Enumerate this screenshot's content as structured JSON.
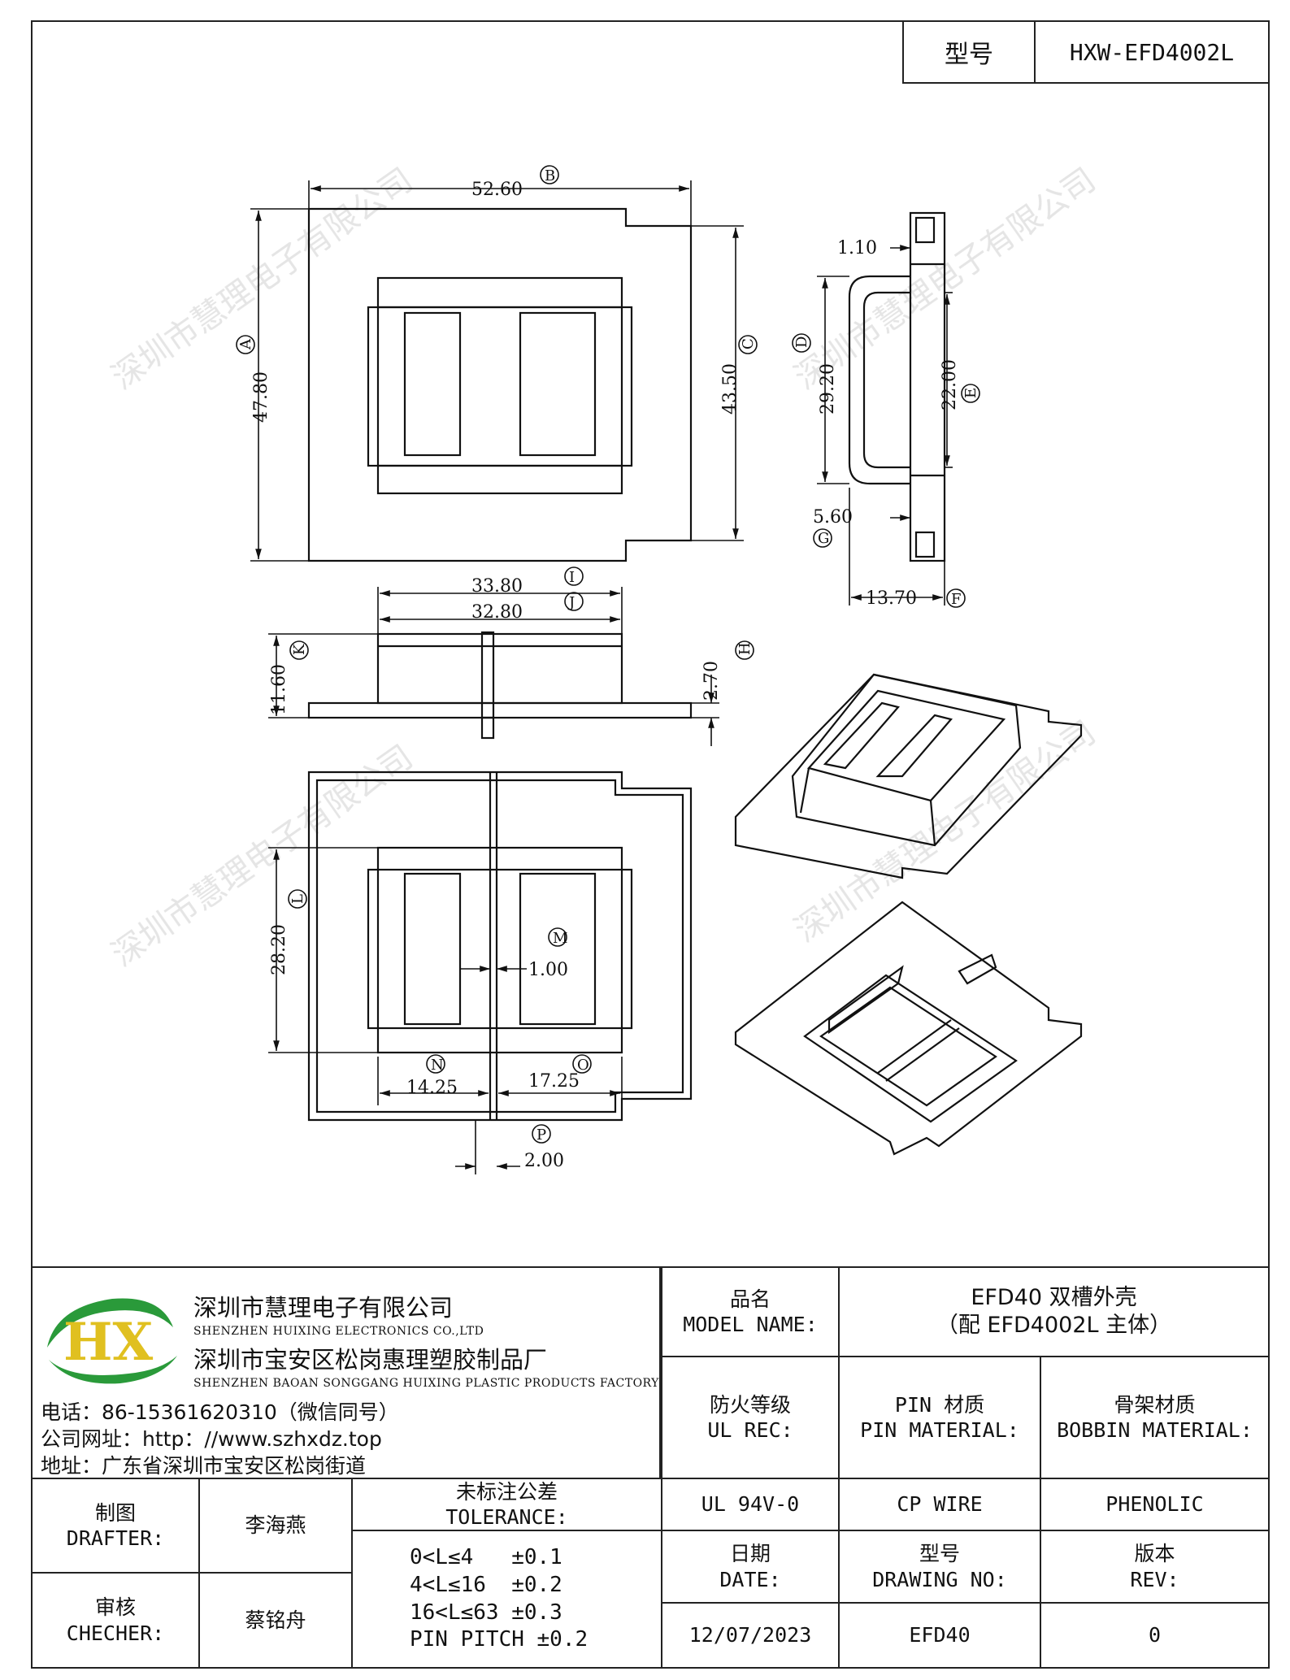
{
  "header": {
    "model_label": "型号",
    "model_value": "HXW-EFD4002L"
  },
  "watermark": "深圳市慧理电子有限公司",
  "dims": {
    "B": "B",
    "A": "A",
    "C": "C",
    "D": "D",
    "E": "E",
    "F": "F",
    "G": "G",
    "H": "H",
    "I": "I",
    "J": "J",
    "K": "K",
    "L": "L",
    "M": "M",
    "N": "N",
    "O": "O",
    "P": "P",
    "d_52_60": "52.60",
    "d_47_80": "47.80",
    "d_43_50": "43.50",
    "d_1_10": "1.10",
    "d_29_20": "29.20",
    "d_22_00": "22.00",
    "d_5_60": "5.60",
    "d_13_70": "13.70",
    "d_33_80": "33.80",
    "d_32_80": "32.80",
    "d_11_60": "11.60",
    "d_2_70": "2.70",
    "d_28_20": "28.20",
    "d_1_00": "1.00",
    "d_14_25": "14.25",
    "d_17_25": "17.25",
    "d_2_00": "2.00"
  },
  "company": {
    "name_cn": "深圳市慧理电子有限公司",
    "name_en": "SHENZHEN HUIXING ELECTRONICS CO.,LTD",
    "factory_cn": "深圳市宝安区松岗惠理塑胶制品厂",
    "factory_en": "SHENZHEN BAOAN SONGGANG HUIXING PLASTIC PRODUCTS FACTORY",
    "phone": "电话：86-15361620310（微信同号）",
    "website": "公司网址：http：//www.szhxdz.top",
    "address": "地址：广东省深圳市宝安区松岗街道",
    "logo_text": "HX"
  },
  "titleblock": {
    "model_name_label_cn": "品名",
    "model_name_label_en": "MODEL NAME:",
    "model_name_value_1": "EFD40 双槽外壳",
    "model_name_value_2": "（配 EFD4002L 主体）",
    "ul_label_cn": "防火等级",
    "ul_label_en": "UL REC:",
    "pin_label_cn": "PIN 材质",
    "pin_label_en": "PIN MATERIAL:",
    "bobbin_label_cn": "骨架材质",
    "bobbin_label_en": "BOBBIN MATERIAL:",
    "ul_value": "UL 94V-0",
    "pin_value": "CP WIRE",
    "bobbin_value": "PHENOLIC",
    "drafter_label_cn": "制图",
    "drafter_label_en": "DRAFTER:",
    "drafter_value": "李海燕",
    "checker_label_cn": "审核",
    "checker_label_en": "CHECHER:",
    "checker_value": "蔡铭舟",
    "tolerance_label_cn": "未标注公差",
    "tolerance_label_en": "TOLERANCE:",
    "tol_1": "0<L≤4   ±0.1",
    "tol_2": "4<L≤16  ±0.2",
    "tol_3": "16<L≤63 ±0.3",
    "tol_4": "PIN PITCH ±0.2",
    "date_label_cn": "日期",
    "date_label_en": "DATE:",
    "date_value": "12/07/2023",
    "drawing_label_cn": "型号",
    "drawing_label_en": "DRAWING NO:",
    "drawing_value": "EFD40",
    "rev_label_cn": "版本",
    "rev_label_en": "REV:",
    "rev_value": "0"
  }
}
